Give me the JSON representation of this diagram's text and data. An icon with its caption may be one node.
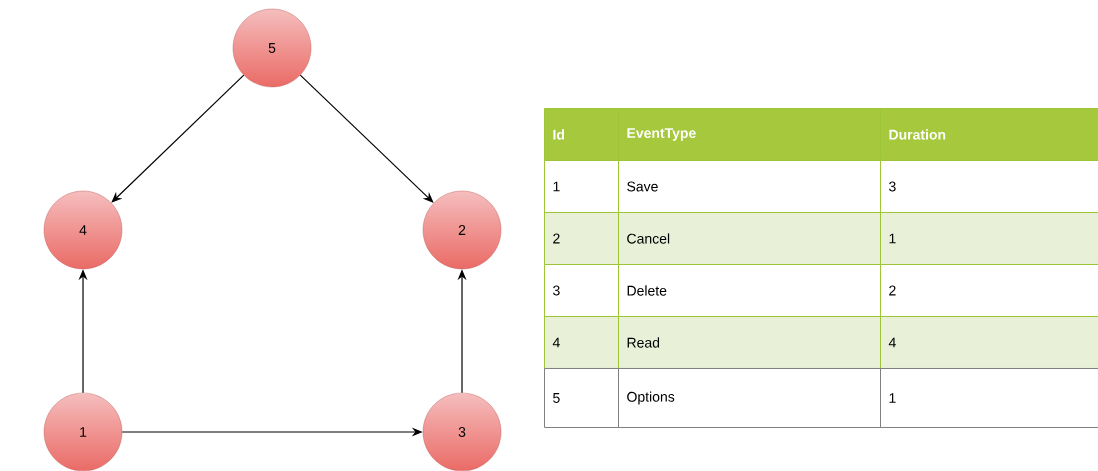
{
  "diagram": {
    "nodes": [
      {
        "text": [
          "5"
        ]
      },
      {
        "text": [
          "4"
        ]
      },
      {
        "text": [
          "2"
        ]
      },
      {
        "text": [
          "1"
        ]
      },
      {
        "text": [
          "3"
        ]
      }
    ],
    "edges": [
      {
        "from": 0,
        "to": 1,
        "arrow": "to"
      },
      {
        "from": 0,
        "to": 2,
        "arrow": "to"
      },
      {
        "from": 3,
        "to": 1,
        "arrow": "to"
      },
      {
        "from": 4,
        "to": 2,
        "arrow": "to"
      },
      {
        "from": 3,
        "to": 4,
        "arrow": "to"
      }
    ],
    "labels": [
      "Id",
      "EventType",
      "Duration",
      "1",
      "Save",
      "3",
      "2",
      "Cancel",
      "1",
      "3",
      "Delete",
      "2",
      "4",
      "Read",
      "4",
      "5",
      "Options",
      "1"
    ]
  }
}
